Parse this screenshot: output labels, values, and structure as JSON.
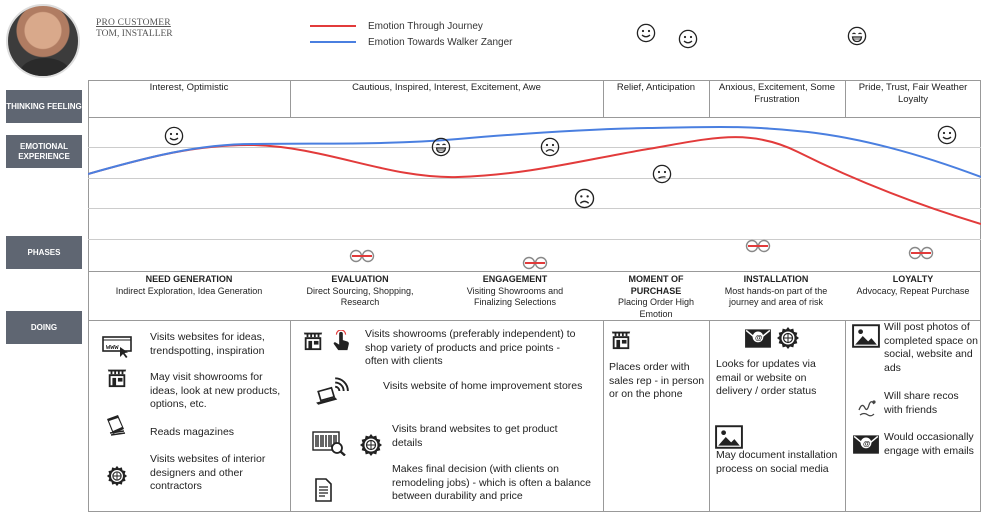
{
  "persona": {
    "type": "PRO CUSTOMER",
    "name": "TOM, INSTALLER"
  },
  "legend": [
    {
      "label": "Emotion Through Journey",
      "color": "#e23b3b"
    },
    {
      "label": "Emotion Towards Walker Zanger",
      "color": "#4a7fe0"
    }
  ],
  "row_labels": {
    "thinking": "THINKING FEELING",
    "emotional": "EMOTIONAL EXPERIENCE",
    "phases": "PHASES",
    "doing": "DOING"
  },
  "thinking": [
    "Interest, Optimistic",
    "Cautious, Inspired, Interest, Excitement, Awe",
    "Relief, Anticipation",
    "Anxious, Excitement, Some Frustration",
    "Pride, Trust, Fair Weather Loyalty"
  ],
  "phases": [
    {
      "title": "NEED GENERATION",
      "desc": "Indirect Exploration, Idea Generation"
    },
    {
      "title": "EVALUATION",
      "desc": "Direct Sourcing, Shopping, Research"
    },
    {
      "title": "ENGAGEMENT",
      "desc": "Visiting Showrooms and Finalizing Selections"
    },
    {
      "title": "MOMENT OF PURCHASE",
      "desc": "Placing Order High Emotion"
    },
    {
      "title": "INSTALLATION",
      "desc": "Most hands-on part of the journey and area of risk"
    },
    {
      "title": "LOYALTY",
      "desc": "Advocacy, Repeat Purchase"
    }
  ],
  "doing": {
    "need_generation": [
      "Visits websites for ideas, trendspotting, inspiration",
      "May visit showrooms for ideas, look at new products, options, etc.",
      "Reads magazines",
      "Visits websites of interior designers and other contractors"
    ],
    "evaluation_engagement": [
      "Visits showrooms (preferably independent) to shop variety of products and price points - often with clients",
      "Visits website of home improvement stores",
      "Visits brand websites to get product details",
      "Makes final decision (with clients on remodeling jobs) - which is often a balance between durability and price"
    ],
    "purchase": [
      "Places order with sales rep - in person or on the phone"
    ],
    "installation": [
      "Looks for updates via email or website on delivery / order status",
      "May document installation process on social media"
    ],
    "loyalty": [
      "Will post photos of completed space on social, website and ads",
      "Will share recos with friends",
      "Would occasionally engage with emails"
    ]
  },
  "icons": {
    "website": "browser-www-icon",
    "store": "storefront-icon",
    "magazine": "magazine-icon",
    "badge": "badge-seal-icon",
    "touch": "hand-pointer-icon",
    "laptop": "laptop-wifi-icon",
    "barcode": "barcode-search-icon",
    "document": "document-icon",
    "email": "email-icon",
    "photo": "photo-icon",
    "share": "share-handwritten-icon",
    "phase_marker": "phase-marker-icon",
    "happy": "happy-face-icon",
    "sad": "sad-face-icon",
    "neutral": "neutral-face-icon",
    "grin": "grin-face-icon"
  },
  "colors": {
    "label_bg": "#5f6672",
    "journey_line": "#e23b3b",
    "brand_line": "#4a7fe0",
    "border": "#999999"
  }
}
